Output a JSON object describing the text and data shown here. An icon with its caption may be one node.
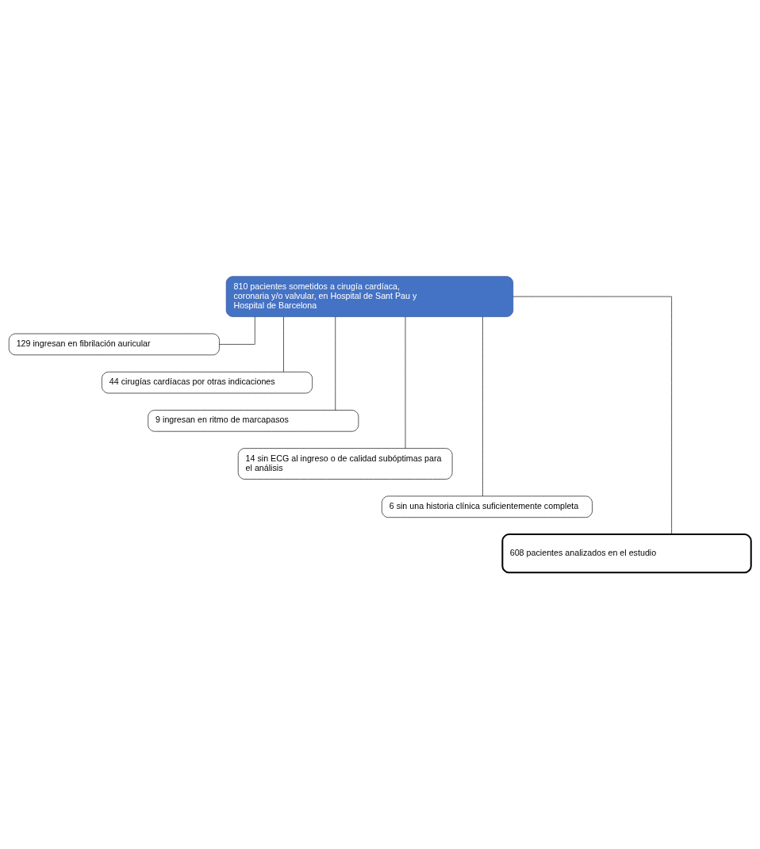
{
  "diagram": {
    "nodes": [
      {
        "text": [
          "810 pacientes sometidos a cirugía cardíaca, coronaria y/o valvular, en Hospital de Sant Pau y Hospital de Barcelona"
        ]
      },
      {
        "text": [
          "129 ingresan en fibrilación auricular"
        ]
      },
      {
        "text": [
          "44 cirugías cardíacas por otras indicaciones"
        ]
      },
      {
        "text": [
          "9 ingresan en ritmo de marcapasos"
        ]
      },
      {
        "text": [
          "14 sin ECG al ingreso o de calidad subóptimas para el análisis"
        ]
      },
      {
        "text": [
          "6 sin una historia clínica suficientemente completa"
        ]
      },
      {
        "text": [
          "608 pacientes analizados en el estudio"
        ]
      }
    ],
    "edges": [
      {
        "from": 0,
        "to": 1,
        "arrow": "none"
      },
      {
        "from": 0,
        "to": 2,
        "arrow": "none"
      },
      {
        "from": 0,
        "to": 3,
        "arrow": "none"
      },
      {
        "from": 0,
        "to": 4,
        "arrow": "none"
      },
      {
        "from": 0,
        "to": 5,
        "arrow": "none"
      },
      {
        "from": 0,
        "to": 6,
        "arrow": "none"
      }
    ]
  }
}
